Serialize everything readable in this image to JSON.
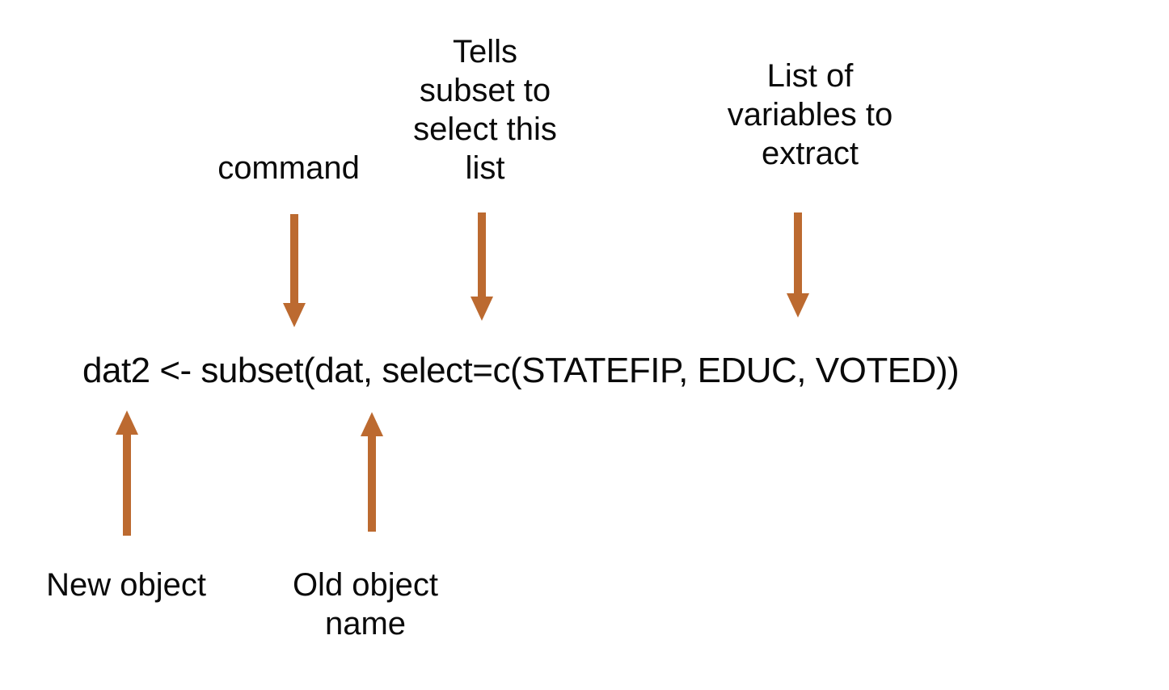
{
  "colors": {
    "arrow": "#BC6A30",
    "text": "#0A0A0A",
    "background": "#FFFFFF"
  },
  "code": {
    "text": "dat2 <- subset(dat, select=c(STATEFIP, EDUC, VOTED))"
  },
  "annotations": {
    "command": {
      "text": "command"
    },
    "select_arg": {
      "text": "Tells\nsubset to\nselect this\nlist"
    },
    "variable_list": {
      "text": "List of\nvariables to\nextract"
    },
    "new_object": {
      "text": "New object"
    },
    "old_object": {
      "text": "Old object\nname"
    }
  }
}
